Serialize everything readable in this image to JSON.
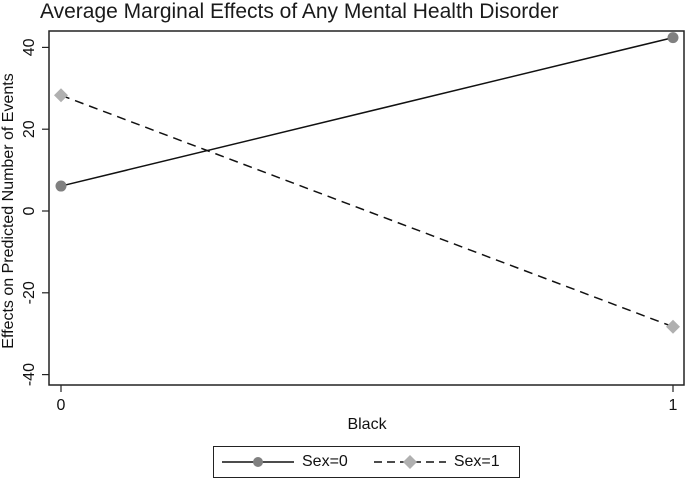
{
  "chart_data": {
    "type": "line",
    "title": "Average Marginal Effects of Any Mental Health Disorder",
    "xlabel": "Black",
    "ylabel": "Effects on Predicted Number of Events",
    "x": [
      0,
      1
    ],
    "x_ticks": [
      "0",
      "1"
    ],
    "y_ticks": [
      "-40",
      "-20",
      "0",
      "20",
      "40"
    ],
    "ylim": [
      -40,
      40
    ],
    "grid": false,
    "legend_position": "bottom",
    "series": [
      {
        "name": "Sex=0",
        "values": [
          6.1,
          42.4
        ],
        "line_style": "solid",
        "marker": "circle",
        "marker_color": "#808080"
      },
      {
        "name": "Sex=1",
        "values": [
          28.3,
          -28.3
        ],
        "line_style": "dashed",
        "marker": "diamond",
        "marker_color": "#b0b0b0"
      }
    ]
  }
}
